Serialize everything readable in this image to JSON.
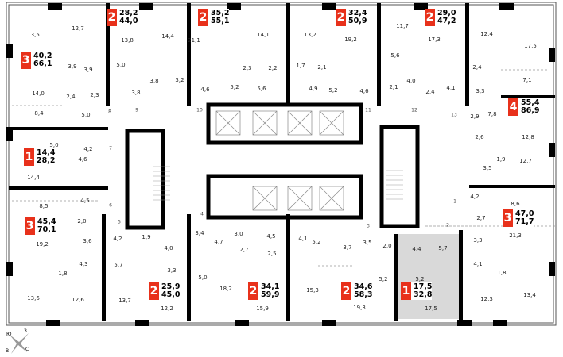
{
  "apartments": [
    {
      "rooms": "2",
      "living": "28,2",
      "total": "44,0"
    },
    {
      "rooms": "2",
      "living": "35,2",
      "total": "55,1"
    },
    {
      "rooms": "2",
      "living": "32,4",
      "total": "50,9"
    },
    {
      "rooms": "2",
      "living": "29,0",
      "total": "47,2"
    },
    {
      "rooms": "3",
      "living": "40,2",
      "total": "66,1"
    },
    {
      "rooms": "4",
      "living": "55,4",
      "total": "86,9"
    },
    {
      "rooms": "1",
      "living": "14,4",
      "total": "28,2"
    },
    {
      "rooms": "3",
      "living": "45,4",
      "total": "70,1"
    },
    {
      "rooms": "3",
      "living": "47,0",
      "total": "71,7"
    },
    {
      "rooms": "2",
      "living": "25,9",
      "total": "45,0"
    },
    {
      "rooms": "2",
      "living": "34,1",
      "total": "59,9"
    },
    {
      "rooms": "2",
      "living": "34,6",
      "total": "58,3"
    },
    {
      "rooms": "1",
      "living": "17,5",
      "total": "32,8"
    }
  ],
  "room_areas": [
    "13,5",
    "12,7",
    "13,8",
    "14,4",
    "21,1",
    "14,1",
    "13,2",
    "19,2",
    "11,7",
    "17,3",
    "12,4",
    "17,5",
    "3,9",
    "3,9",
    "5,0",
    "3,8",
    "3,2",
    "2,3",
    "2,2",
    "5,2",
    "5,6",
    "1,7",
    "2,1",
    "4,9",
    "5,2",
    "4,6",
    "5,6",
    "2,1",
    "4,0",
    "2,4",
    "4,1",
    "2,4",
    "3,3",
    "7,1",
    "14,0",
    "2,4",
    "2,3",
    "3,8",
    "4,6",
    "8,4",
    "5,0",
    "2,9",
    "7,8",
    "12,8",
    "5,0",
    "4,2",
    "14,4",
    "4,6",
    "8,5",
    "4,5",
    "2,0",
    "3,6",
    "19,2",
    "4,3",
    "1,8",
    "13,6",
    "12,6",
    "4,2",
    "1,9",
    "4,0",
    "5,7",
    "3,3",
    "13,7",
    "12,2",
    "3,4",
    "4,7",
    "5,0",
    "18,2",
    "3,0",
    "4,5",
    "2,7",
    "2,5",
    "15,9",
    "4,1",
    "5,2",
    "3,7",
    "3,5",
    "2,0",
    "4,4",
    "5,7",
    "15,3",
    "5,2",
    "5,2",
    "19,3",
    "17,5",
    "3,3",
    "4,1",
    "1,8",
    "12,3",
    "13,4",
    "21,3",
    "4,2",
    "8,6",
    "2,7",
    "2,6",
    "1,9",
    "3,5",
    "12,7"
  ],
  "entrances": [
    "1",
    "2",
    "3",
    "4",
    "5",
    "6",
    "7",
    "8",
    "9",
    "10",
    "11",
    "12",
    "13"
  ],
  "compass": {
    "n": "З",
    "s": "В",
    "e": "С",
    "w": "Ю"
  },
  "colors": {
    "badge": "#e8311b",
    "highlight": "#d9d9d9",
    "wall": "#000000"
  }
}
